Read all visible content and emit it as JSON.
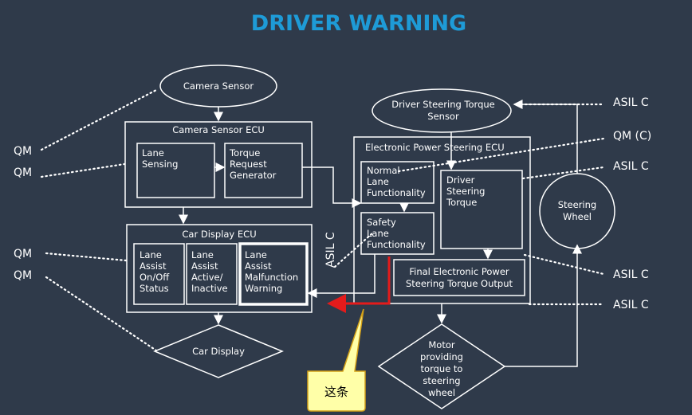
{
  "title": "DRIVER WARNING",
  "camera_sensor": "Camera Sensor",
  "camera_ecu": {
    "title": "Camera Sensor ECU",
    "lane_sensing": [
      "Lane",
      "Sensing"
    ],
    "torque_request": [
      "Torque",
      "Request",
      "Generator"
    ]
  },
  "car_display_ecu": {
    "title": "Car Display ECU",
    "onoff": [
      "Lane",
      "Assist",
      "On/Off",
      "Status"
    ],
    "active": [
      "Lane",
      "Assist",
      "Active/",
      "Inactive"
    ],
    "malfunction": [
      "Lane",
      "Assist",
      "Malfunction",
      "Warning"
    ]
  },
  "car_display": "Car Display",
  "driver_torque_sensor": [
    "Driver Steering Torque",
    "Sensor"
  ],
  "eps_ecu": {
    "title": "Electronic Power   Steering ECU",
    "normal": [
      "Normal",
      "Lane",
      "Functionality"
    ],
    "safety": [
      "Safety",
      "Lane",
      "Functionality"
    ],
    "driver_torque": [
      "Driver",
      "Steering",
      "Torque"
    ],
    "final_output": [
      "Final Electronic Power",
      "Steering Torque Output"
    ]
  },
  "steering_wheel": [
    "Steering",
    "Wheel"
  ],
  "motor": [
    "Motor",
    "providing",
    "torque to",
    "steering",
    "wheel"
  ],
  "left_labels": [
    "QM",
    "QM",
    "QM",
    "QM"
  ],
  "right_labels": [
    "ASIL C",
    "QM (C)",
    "ASIL C",
    "ASIL C",
    "ASIL C"
  ],
  "center_asil": "ASIL C",
  "callout": "这条",
  "colors": {
    "title": "#1e9bd7",
    "background": "#2f3a4a",
    "highlight": "#e41b1b",
    "callout_fill": "#ffffa8",
    "callout_border": "#d4a017"
  }
}
